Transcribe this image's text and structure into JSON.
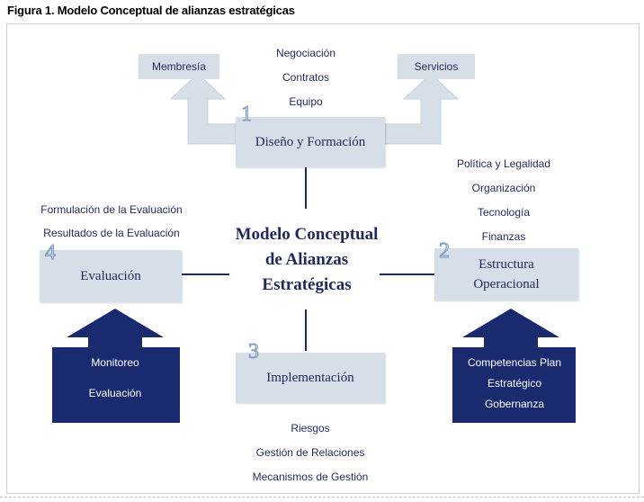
{
  "figure_title": "Figura 1. Modelo Conceptual de alianzas estratégicas",
  "center": {
    "line1": "Modelo Conceptual",
    "line2": "de Alianzas",
    "line3": "Estratégicas"
  },
  "top": {
    "number": "1",
    "box": "Diseño y Formación",
    "items": [
      "Negociación",
      "Contratos",
      "Equipo"
    ],
    "left_tag": "Membresía",
    "right_tag": "Servicios"
  },
  "right": {
    "number": "2",
    "box_line1": "Estructura",
    "box_line2": "Operacional",
    "items": [
      "Política y Legalidad",
      "Organización",
      "Tecnología",
      "Finanzas"
    ],
    "dark_items": [
      "Competencias Plan",
      "Estratégico",
      "Gobernanza"
    ]
  },
  "bottom": {
    "number": "3",
    "box": "Implementación",
    "items": [
      "Riesgos",
      "Gestión de Relaciones",
      "Mecanismos de Gestión"
    ]
  },
  "left": {
    "number": "4",
    "box": "Evaluación",
    "items": [
      "Formulación de la Evaluación",
      "Resultados de la Evaluación"
    ],
    "dark_items": [
      "Monitoreo",
      "Evaluación"
    ]
  }
}
